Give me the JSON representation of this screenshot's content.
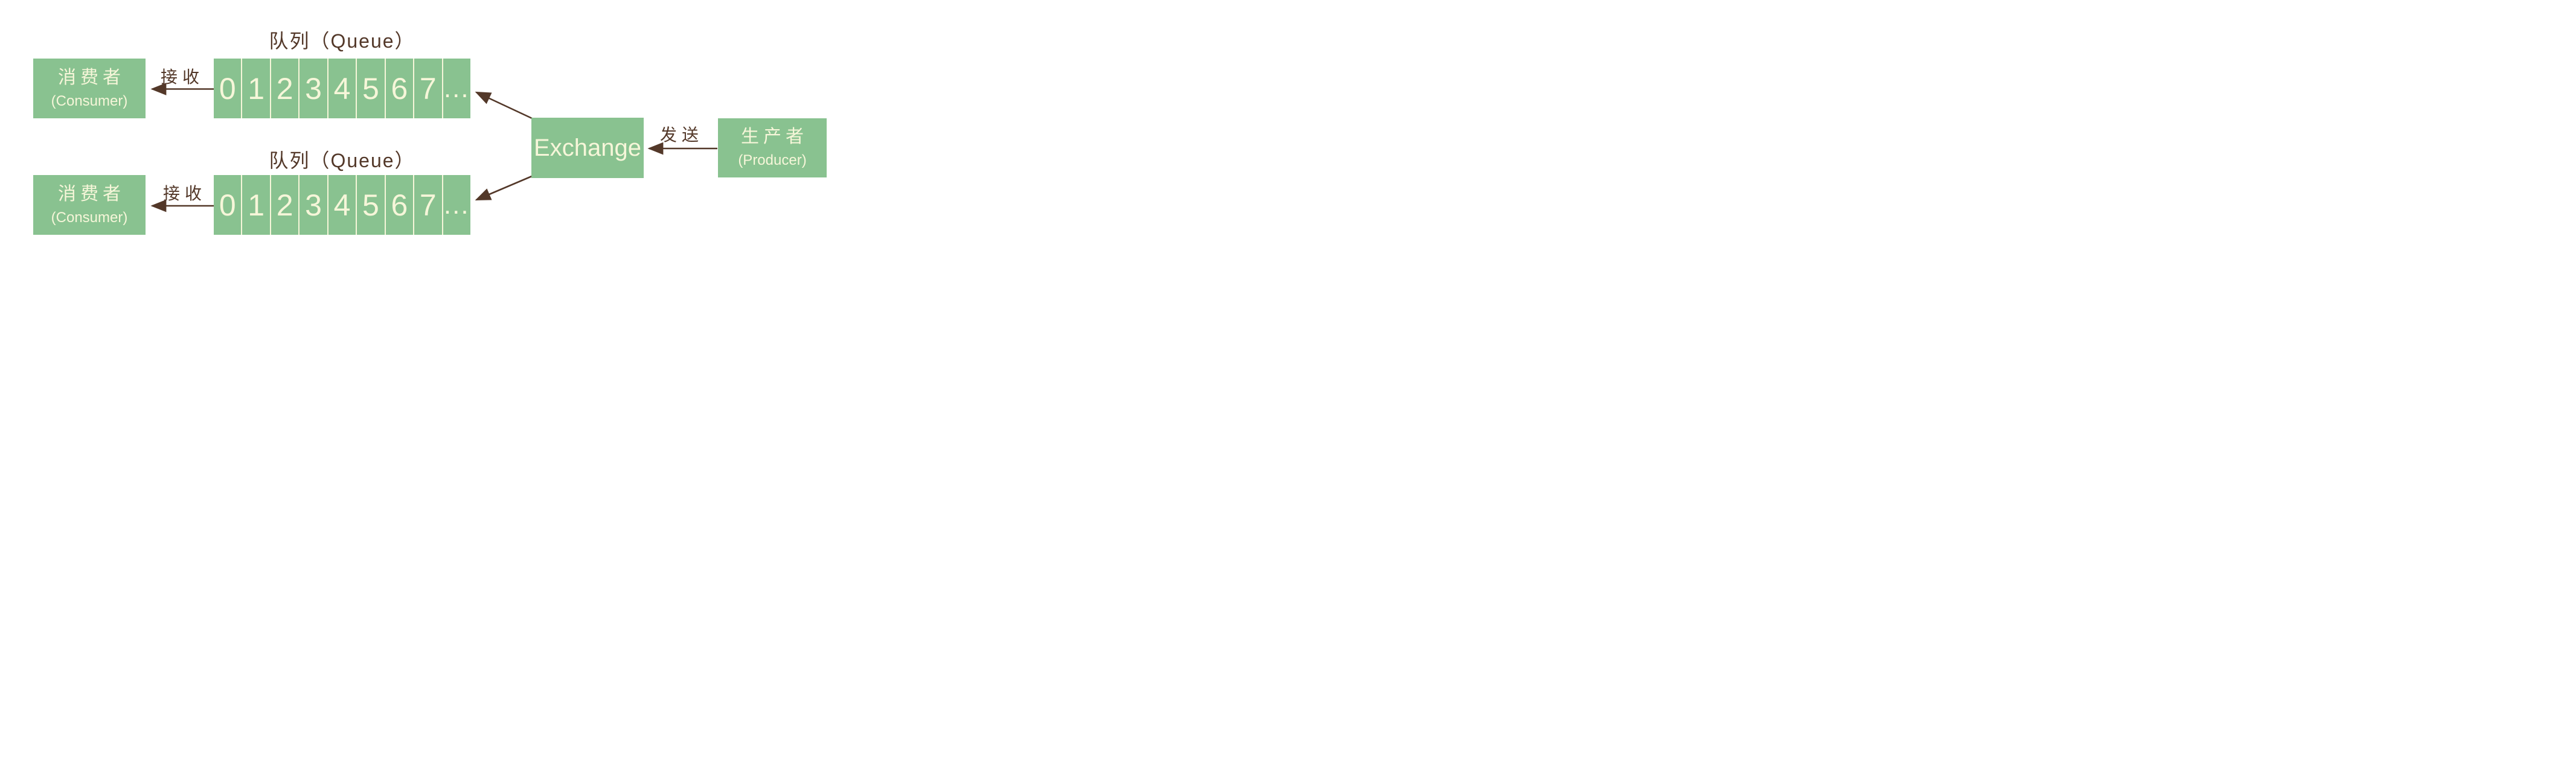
{
  "colors": {
    "box_green": "#89c290",
    "text_cream": "#f6f6d9",
    "ink_brown": "#533829",
    "background": "#ffffff"
  },
  "nodes": {
    "consumer_top": {
      "title": "消费者",
      "subtitle": "(Consumer)"
    },
    "consumer_bottom": {
      "title": "消费者",
      "subtitle": "(Consumer)"
    },
    "exchange": {
      "label": "Exchange"
    },
    "producer": {
      "title": "生产者",
      "subtitle": "(Producer)"
    }
  },
  "queues": {
    "top": {
      "label": "队列（Queue）",
      "cells": [
        "0",
        "1",
        "2",
        "3",
        "4",
        "5",
        "6",
        "7",
        "..."
      ]
    },
    "bottom": {
      "label": "队列（Queue）",
      "cells": [
        "0",
        "1",
        "2",
        "3",
        "4",
        "5",
        "6",
        "7",
        "..."
      ]
    }
  },
  "edges": {
    "receive_top": {
      "label": "接收",
      "from": "queue-top",
      "to": "consumer-top"
    },
    "receive_bottom": {
      "label": "接收",
      "from": "queue-bottom",
      "to": "consumer-bottom"
    },
    "send": {
      "label": "发送",
      "from": "producer",
      "to": "exchange"
    },
    "route_top": {
      "label": "",
      "from": "exchange",
      "to": "queue-top"
    },
    "route_bottom": {
      "label": "",
      "from": "exchange",
      "to": "queue-bottom"
    }
  }
}
